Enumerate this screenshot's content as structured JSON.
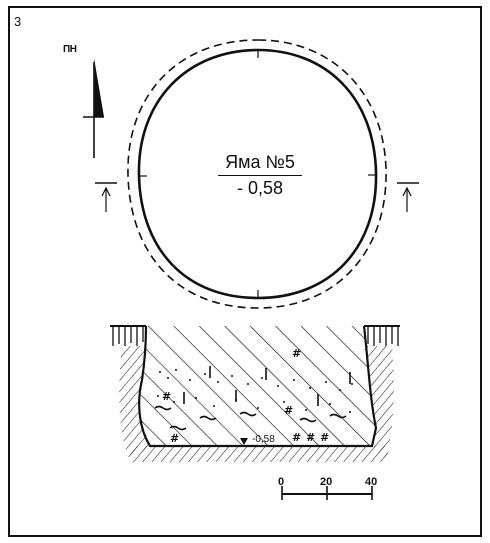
{
  "figure_number": "3",
  "north_label": "ПН",
  "pit": {
    "name": "Яма №5",
    "elevation": "- 0,58"
  },
  "section_depth": "-0,58",
  "scale": {
    "ticks": [
      "0",
      "20",
      "40"
    ]
  },
  "colors": {
    "ink": "#111111",
    "background": "#ffffff"
  }
}
